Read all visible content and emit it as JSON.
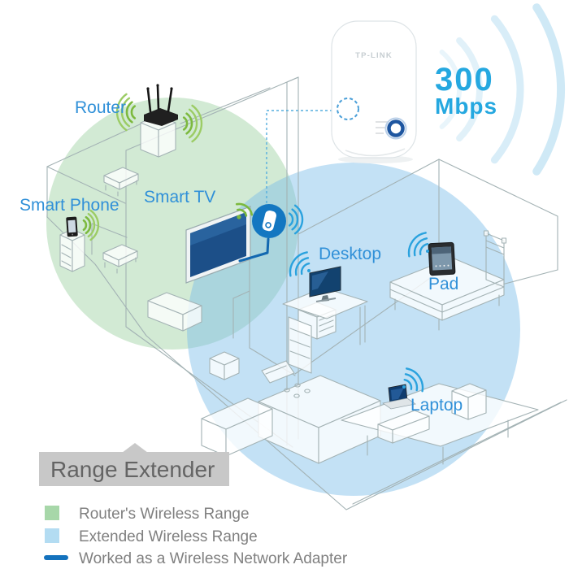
{
  "product": {
    "brand": "TP-LINK",
    "speed_value": "300",
    "speed_unit": "Mbps"
  },
  "device_labels": {
    "router": "Router",
    "smart_phone": "Smart Phone",
    "smart_tv": "Smart TV",
    "desktop": "Desktop",
    "pad": "Pad",
    "laptop": "Laptop"
  },
  "callout": {
    "title": "Range Extender"
  },
  "legend": {
    "items": [
      {
        "swatch": "green-square",
        "color": "#a7d7a9",
        "label": "Router's Wireless Range"
      },
      {
        "swatch": "blue-square",
        "color": "#b3dcf2",
        "label": "Extended Wireless Range"
      },
      {
        "swatch": "blue-dash",
        "color": "#1472bd",
        "label": "Worked as a Wireless Network Adapter"
      }
    ]
  },
  "colors": {
    "label_blue": "#3090d8",
    "speed_blue": "#25a8e0",
    "router_range_fill": "#94cd98",
    "extended_range_fill": "#79bce8",
    "adapter_line_blue": "#1268b0",
    "wifi_green": "#7cb93e",
    "wifi_blue": "#2aa2de",
    "extender_icon_blue": "#1377c1",
    "callout_box_gray": "#c8c8c8",
    "legend_text_gray": "#808080"
  }
}
